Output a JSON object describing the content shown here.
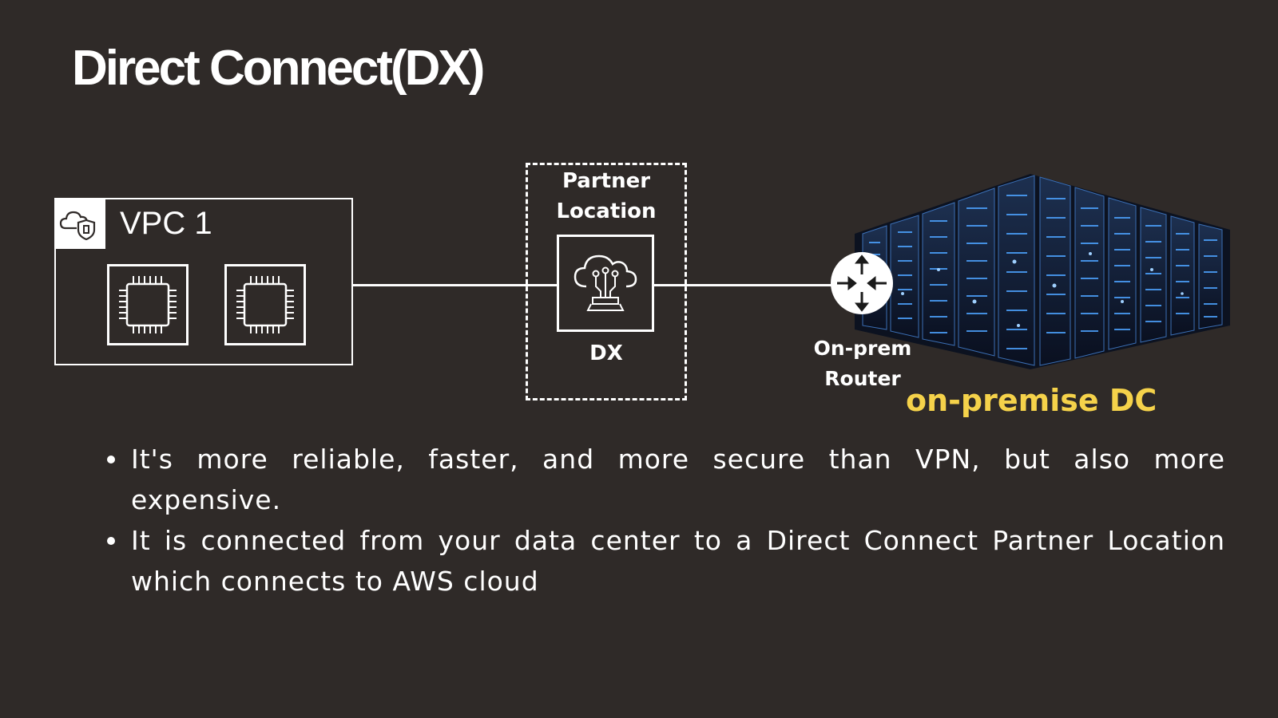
{
  "title": "Direct Connect(DX)",
  "diagram": {
    "vpc": {
      "label": "VPC 1",
      "icon": "cloud-shield-icon",
      "instances": [
        "cpu-chip-icon",
        "cpu-chip-icon"
      ]
    },
    "partner": {
      "label_line1": "Partner",
      "label_line2": "Location",
      "icon": "cloud-circuit-icon",
      "service_label": "DX"
    },
    "router": {
      "icon": "router-arrows-icon",
      "label_line1": "On-prem",
      "label_line2": "Router"
    },
    "datacenter": {
      "icon": "server-racks-image",
      "label": "on-premise DC",
      "label_color": "#f5d24a"
    }
  },
  "bullets": [
    "It's more reliable, faster, and more secure than VPN, but also more expensive.",
    "It is connected from your data center to a Direct Connect Partner Location which connects to AWS cloud"
  ],
  "colors": {
    "background": "#2f2a28",
    "foreground": "#ffffff",
    "accent": "#f5d24a",
    "server_glow": "#3b8cff"
  }
}
